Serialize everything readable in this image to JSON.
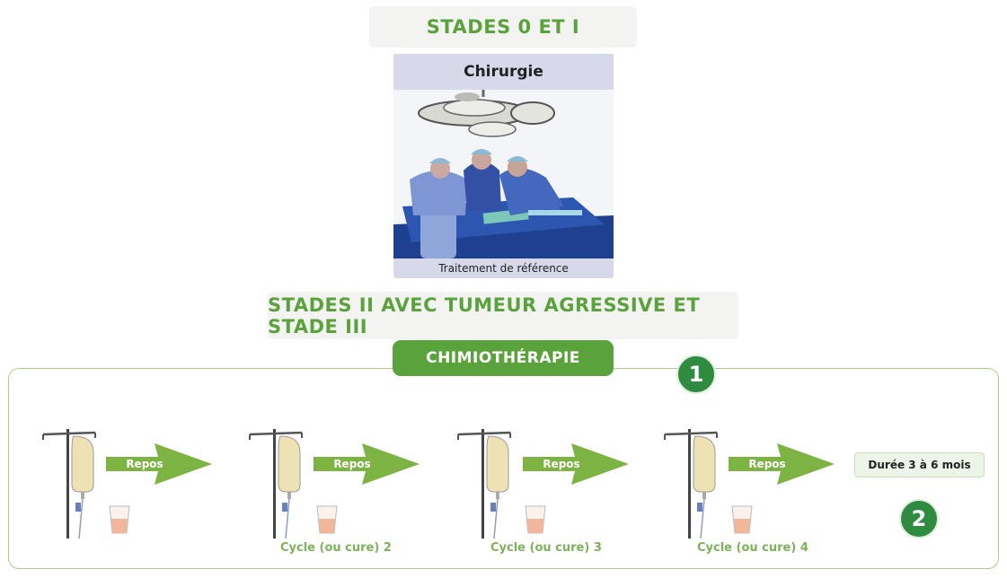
{
  "stage_1": {
    "title": "STADES 0 ET I"
  },
  "surgery": {
    "title": "Chirurgie",
    "caption": "Traitement de référence",
    "image_icon": "operating-room-illustration"
  },
  "stage_2": {
    "title": "STADES II AVEC TUMEUR AGRESSIVE ET STADE III"
  },
  "chemotherapy": {
    "title": "CHIMIOTHÉRAPIE",
    "badge_1": "1",
    "badge_2": "2",
    "rest_labels": [
      "Repos",
      "Repos",
      "Repos",
      "Repos"
    ],
    "cycle_labels": [
      "Cycle (ou cure) 2",
      "Cycle (ou cure) 3",
      "Cycle (ou cure) 4"
    ],
    "duration": "Durée 3 à 6 mois",
    "icons": {
      "iv": "iv-drip-icon",
      "cup": "cup-icon",
      "arrow": "arrow-right-icon"
    }
  },
  "colors": {
    "green": "#5aa33c",
    "dark_green": "#2e8b3f",
    "light_green_border": "#a9cf8c",
    "lavender": "#d7d8ea"
  }
}
